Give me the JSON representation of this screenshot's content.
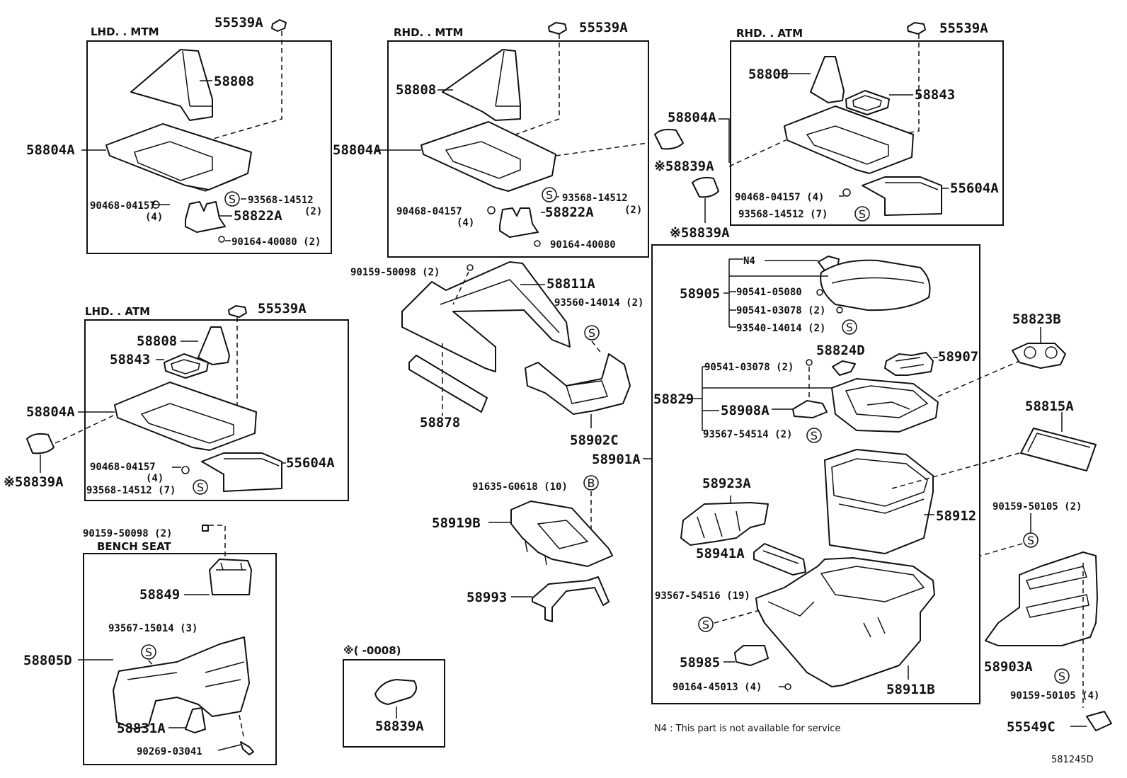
{
  "sections": {
    "lhd_mtm": "LHD. . MTM",
    "rhd_mtm": "RHD. . MTM",
    "rhd_atm": "RHD. . ATM",
    "lhd_atm": "LHD. . ATM",
    "bench_seat": "BENCH SEAT",
    "date_range": "※(        -0008)"
  },
  "callouts": {
    "s": "S",
    "b": "B"
  },
  "parts": {
    "p55539a_1": "55539A",
    "p58808_1": "58808",
    "p58804a_1": "58804A",
    "p90468_1": "90468-04157",
    "p90468_1q": "(4)",
    "p93568_1": "93568-14512",
    "p93568_1q": "(2)",
    "p58822a_1": "58822A",
    "p90164_1": "90164-40080 (2)",
    "p55539a_2": "55539A",
    "p58808_2": "58808",
    "p58804a_2": "58804A",
    "p93568_2": "93568-14512",
    "p93568_2q": "(2)",
    "p90468_2": "90468-04157",
    "p90468_2q": "(4)",
    "p58822a_2": "58822A",
    "p90164_2": "90164-40080",
    "p55539a_3": "55539A",
    "p58808_3": "58808",
    "p58843_3": "58843",
    "p58804a_3": "58804A",
    "p58839a_3a": "※58839A",
    "p90468_3": "90468-04157 (4)",
    "p55604a_3": "55604A",
    "p93568_3": "93568-14512 (7)",
    "p58839a_3b": "※58839A",
    "p55539a_4": "55539A",
    "p58808_4": "58808",
    "p58843_4": "58843",
    "p58804a_4": "58804A",
    "p58839a_4": "※58839A",
    "p90468_4": "90468-04157",
    "p90468_4q": "(4)",
    "p55604a_4": "55604A",
    "p93568_4": "93568-14512 (7)",
    "p90159_50098_a": "90159-50098 (2)",
    "p58811a": "58811A",
    "p93560": "93560-14014 (2)",
    "p58878": "58878",
    "p58902c": "58902C",
    "p58901a": "58901A",
    "p91635": "91635-G0618 (10)",
    "p58919b": "58919B",
    "p58993": "58993",
    "p90159_50098_b": "90159-50098 (2)",
    "p58849": "58849",
    "p93567_15014": "93567-15014 (3)",
    "p58805d": "58805D",
    "p58831a": "58831A",
    "p90269": "90269-03041",
    "p58839a_5": "58839A",
    "n4": "N4",
    "p58905": "58905",
    "p90541_05080": "90541-05080",
    "p90541_03078_a": "90541-03078 (2)",
    "p93540": "93540-14014 (2)",
    "p58824d": "58824D",
    "p58907": "58907",
    "p90541_03078_b": "90541-03078 (2)",
    "p58829": "58829",
    "p58908a": "58908A",
    "p93567_54514": "93567-54514 (2)",
    "p58923a": "58923A",
    "p58912": "58912",
    "p58941a": "58941A",
    "p93567_54516": "93567-54516 (19)",
    "p58985": "58985",
    "p90164_45013": "90164-45013 (4)",
    "p58911b": "58911B",
    "p58823b": "58823B",
    "p58815a": "58815A",
    "p90159_50105_a": "90159-50105 (2)",
    "p58903a": "58903A",
    "p90159_50105_b": "90159-50105 (4)",
    "p55549c": "55549C"
  },
  "footnote": "N4 : This part is not available for service",
  "figure_id": "581245D"
}
